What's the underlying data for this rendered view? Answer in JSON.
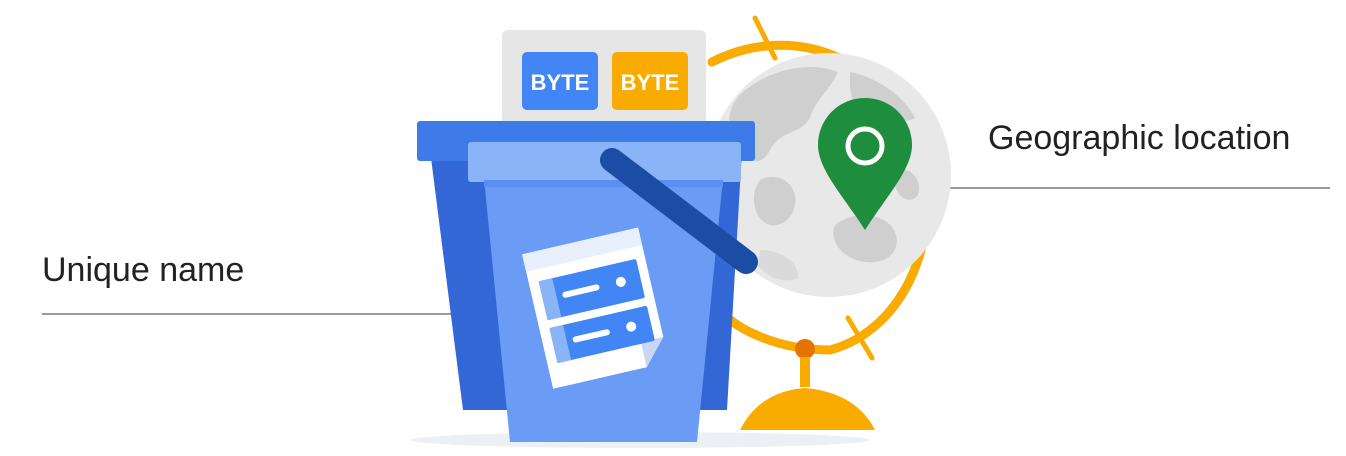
{
  "labels": {
    "unique_name": "Unique name",
    "geographic_location": "Geographic location"
  },
  "bytes": {
    "tile_1": "BYTE",
    "tile_2": "BYTE"
  },
  "icons": {
    "bucket": "storage-bucket-icon",
    "globe": "globe-icon",
    "pin": "location-pin-icon",
    "tag": "name-tag-icon"
  },
  "colors": {
    "blue_dark": "#3367d6",
    "blue": "#4285f4",
    "blue_light": "#8ab4f8",
    "blue_handle": "#1a4da3",
    "yellow": "#f9ab00",
    "green": "#1e8e3e",
    "globe_gray": "#e8e8e8",
    "land_gray": "#cfcfcf",
    "line_gray": "#7a7a7a"
  }
}
